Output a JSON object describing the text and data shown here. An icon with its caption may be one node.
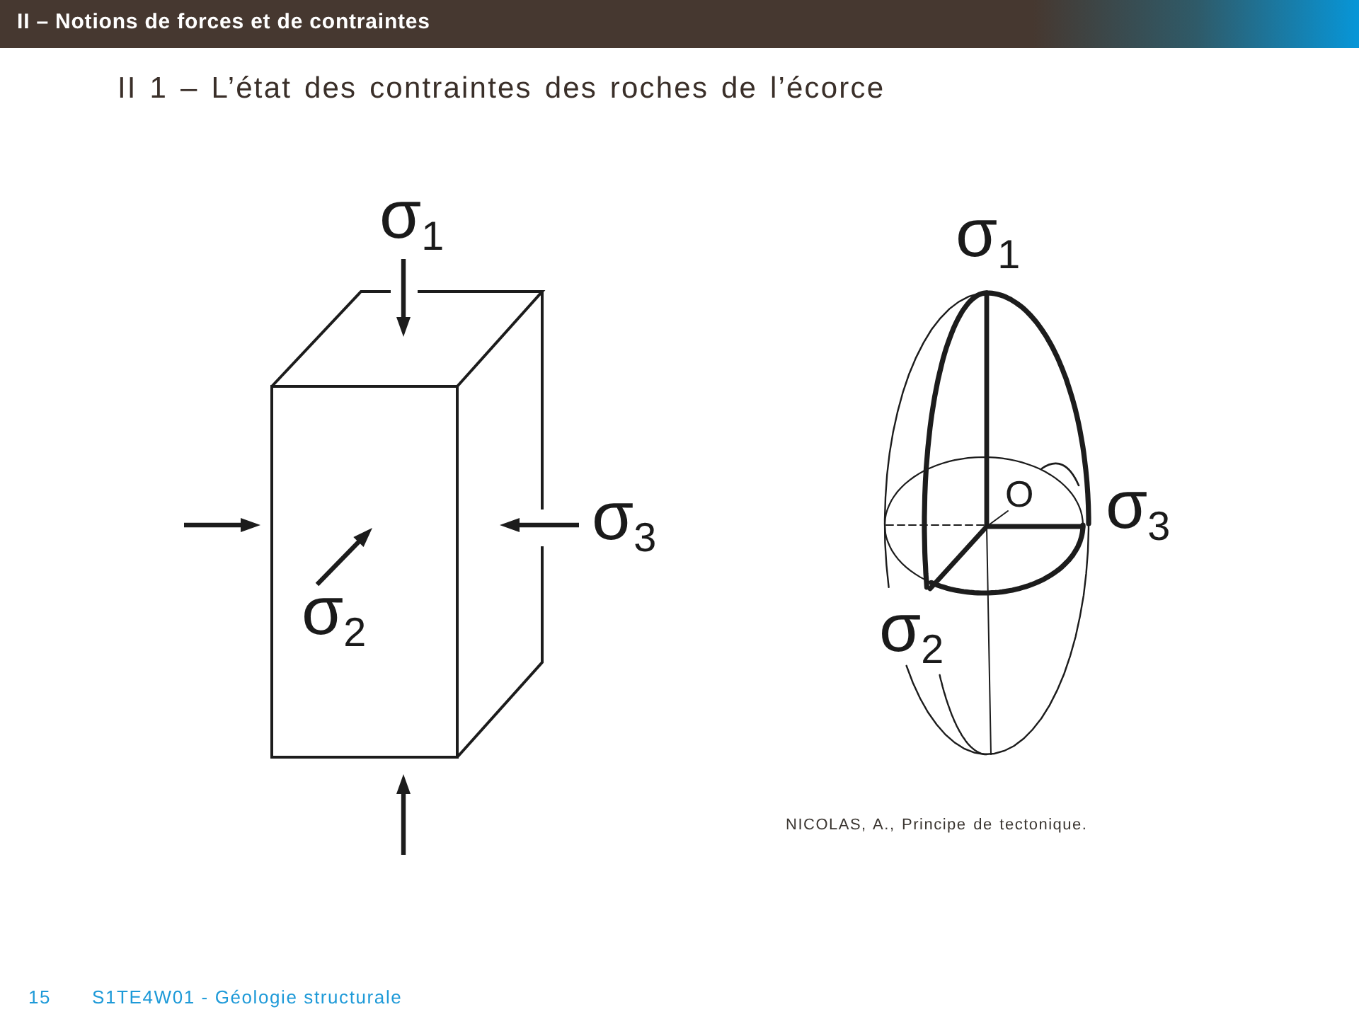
{
  "diagram": {
    "title": "II 1 – L’état des contraintes des roches de l’écorce",
    "caption": "NICOLAS, A., Principe de tectonique.",
    "labels": [
      "II – Notions de forces et de contraintes",
      "σ$_{1}$",
      "σ$_{1}$",
      "O",
      "σ$_{3}$",
      "σ$_{3}$",
      "σ$_{2}$",
      "σ$_{2}$",
      "15",
      "S1TE4W01 - Géologie structurale"
    ]
  }
}
